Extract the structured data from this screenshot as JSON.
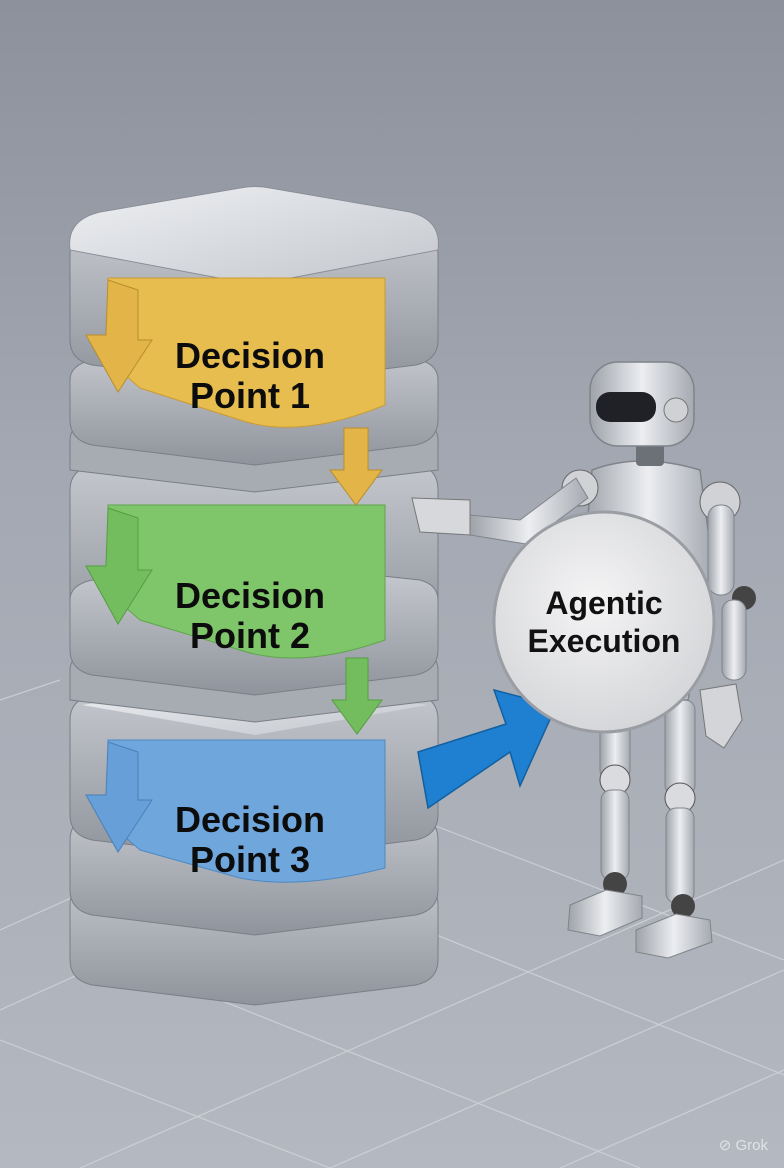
{
  "decision_points": [
    {
      "line1": "Decision",
      "line2": "Point 1",
      "color": "#e8bd4f"
    },
    {
      "line1": "Decision",
      "line2": "Point 2",
      "color": "#7fc66a"
    },
    {
      "line1": "Decision",
      "line2": "Point 3",
      "color": "#6fa7dd"
    }
  ],
  "agentic_execution": {
    "line1": "Agentic",
    "line2": "Execution"
  },
  "arrow_color": "#1f7fd0",
  "watermark": "Grok"
}
